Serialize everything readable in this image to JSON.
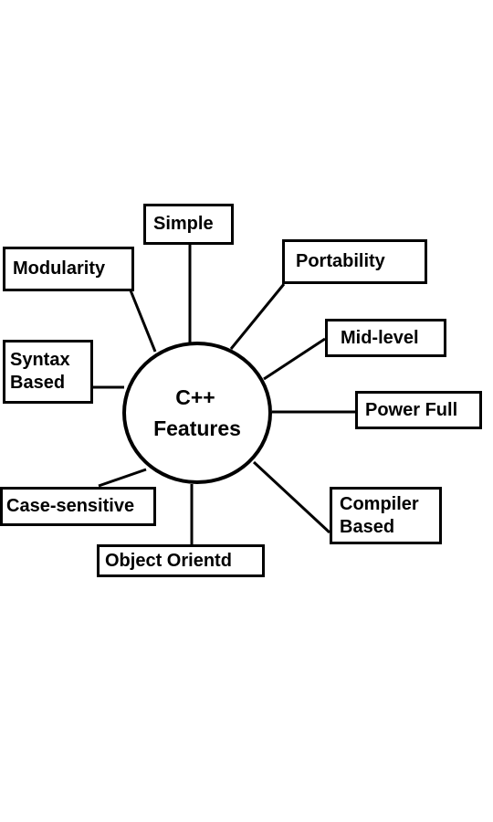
{
  "diagram": {
    "center": {
      "line1": "C++",
      "line2": "Features"
    },
    "nodes": [
      {
        "id": "simple",
        "label": "Simple"
      },
      {
        "id": "modularity",
        "label": "Modularity"
      },
      {
        "id": "portability",
        "label": "Portability"
      },
      {
        "id": "mid-level",
        "label": "Mid-level"
      },
      {
        "id": "syntax-based",
        "label": "Syntax\nBased"
      },
      {
        "id": "power-full",
        "label": "Power Full"
      },
      {
        "id": "case-sensitive",
        "label": "Case-sensitive"
      },
      {
        "id": "compiler-based",
        "label": "Compiler\nBased"
      },
      {
        "id": "object-orientd",
        "label": "Object Orientd"
      }
    ],
    "colors": {
      "line": "#000000",
      "box_border": "#000000",
      "background": "#ffffff",
      "text": "#000000"
    }
  }
}
